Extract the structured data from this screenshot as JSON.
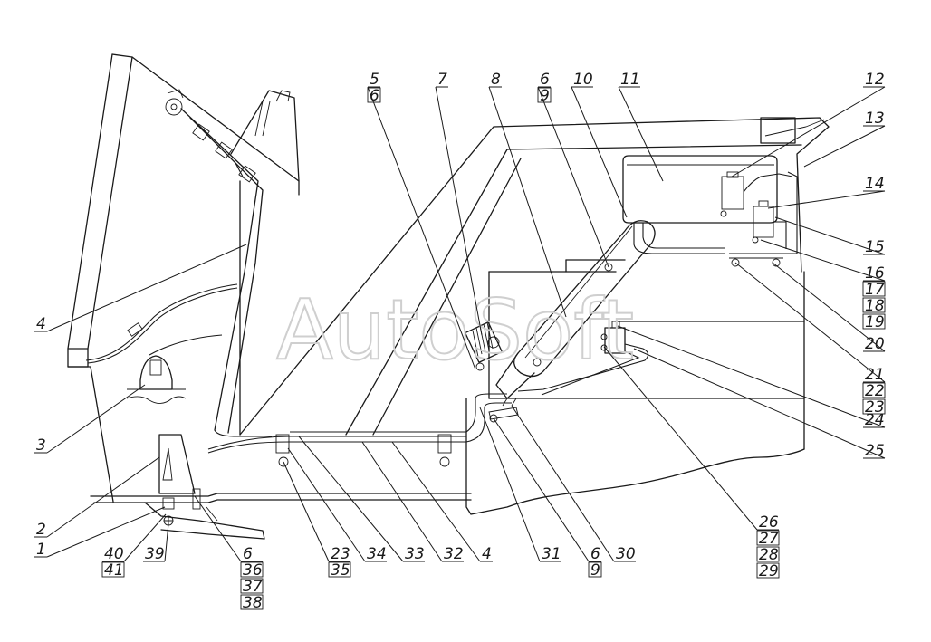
{
  "watermark": "AutoSoft",
  "callouts": [
    {
      "id": "c1",
      "lines": [
        "1"
      ]
    },
    {
      "id": "c2",
      "lines": [
        "2"
      ]
    },
    {
      "id": "c3",
      "lines": [
        "3"
      ]
    },
    {
      "id": "c4a",
      "lines": [
        "4"
      ]
    },
    {
      "id": "c4b",
      "lines": [
        "4"
      ]
    },
    {
      "id": "c5",
      "lines": [
        "5",
        "6"
      ]
    },
    {
      "id": "c7",
      "lines": [
        "7"
      ]
    },
    {
      "id": "c8",
      "lines": [
        "8"
      ]
    },
    {
      "id": "c6t",
      "lines": [
        "6",
        "9"
      ]
    },
    {
      "id": "c10",
      "lines": [
        "10"
      ]
    },
    {
      "id": "c11",
      "lines": [
        "11"
      ]
    },
    {
      "id": "c12",
      "lines": [
        "12"
      ]
    },
    {
      "id": "c13",
      "lines": [
        "13"
      ]
    },
    {
      "id": "c14",
      "lines": [
        "14"
      ]
    },
    {
      "id": "c15",
      "lines": [
        "15"
      ]
    },
    {
      "id": "c16",
      "lines": [
        "16",
        "17",
        "18",
        "19"
      ]
    },
    {
      "id": "c20",
      "lines": [
        "20"
      ]
    },
    {
      "id": "c21",
      "lines": [
        "21",
        "22",
        "23"
      ]
    },
    {
      "id": "c24",
      "lines": [
        "24"
      ]
    },
    {
      "id": "c25",
      "lines": [
        "25"
      ]
    },
    {
      "id": "c26",
      "lines": [
        "26",
        "27",
        "28",
        "29"
      ]
    },
    {
      "id": "c30",
      "lines": [
        "30"
      ]
    },
    {
      "id": "c6b",
      "lines": [
        "6",
        "9"
      ]
    },
    {
      "id": "c31",
      "lines": [
        "31"
      ]
    },
    {
      "id": "c32",
      "lines": [
        "32"
      ]
    },
    {
      "id": "c33",
      "lines": [
        "33"
      ]
    },
    {
      "id": "c34",
      "lines": [
        "34"
      ]
    },
    {
      "id": "c23b",
      "lines": [
        "23",
        "35"
      ]
    },
    {
      "id": "c6l",
      "lines": [
        "6",
        "36",
        "37",
        "38"
      ]
    },
    {
      "id": "c39",
      "lines": [
        "39"
      ]
    },
    {
      "id": "c40",
      "lines": [
        "40",
        "41"
      ]
    }
  ]
}
